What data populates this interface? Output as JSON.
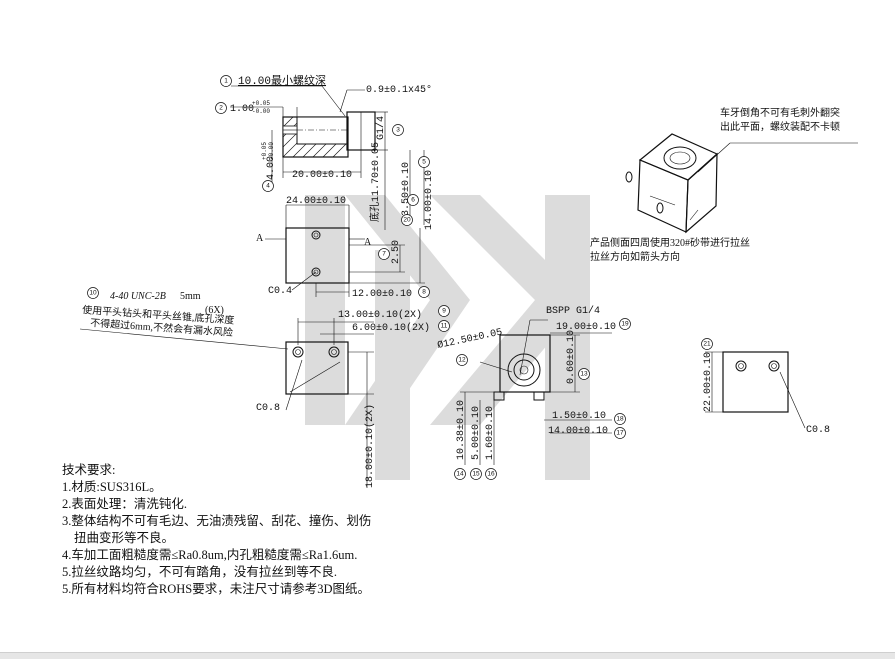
{
  "colors": {
    "ink": "#111111",
    "watermark": "#d6d6d6",
    "background": "#ffffff"
  },
  "callouts": {
    "c1": "10.00最小螺纹深",
    "c2": "1.00",
    "c2_tol_up": "+0.05",
    "c2_tol_dn": "-0.00",
    "chamfer": "0.9±0.1x45°",
    "thread": "G1/4",
    "c3": "4.00",
    "c3_tol_up": "+0.05",
    "c3_tol_dn": "-0.00",
    "dim_20": "20.00±0.10",
    "dim_1170": "底孔11.70±0.05",
    "dim_1350": "13.50±0.10",
    "dim_1400": "14.00±0.10",
    "dim_2400": "24.00±0.10",
    "dim_250": "2.50",
    "dim_1200": "12.00±0.10",
    "section_a": "A",
    "c04": "C0.4",
    "thread_note_1": "4-40 UNC-2B",
    "thread_note_1b": "5mm",
    "thread_note_1c": "(6X)",
    "thread_note_2": "使用平头钻头和平头丝锥,底孔深度",
    "thread_note_3": "不得超过6mm,不然会有漏水风险",
    "dim_1300": "13.00±0.10(2X)",
    "dim_600": "6.00±0.10(2X)",
    "c08": "C0.8",
    "dim_1800": "18.00±0.10(2X)",
    "bspp": "BSPP G1/4",
    "dim_1900": "19.00±0.10",
    "dim_0125": "Ø12.50±0.05",
    "dim_060": "0.60±0.10",
    "dim_150": "1.50±0.10",
    "dim_1400b": "14.00±0.10",
    "dim_1038": "10.38±0.10",
    "dim_500": "5.00±0.10",
    "dim_160": "1.60±0.10",
    "dim_2200": "22.00±0.10",
    "c08b": "C0.8",
    "iso_note_1": "车牙倒角不可有毛刺外翻突",
    "iso_note_2": "出此平面，螺纹装配不卡顿",
    "iso_note_3": "产品侧面四周使用320#砂带进行拉丝",
    "iso_note_4": "拉丝方向如箭头方向"
  },
  "balloons": [
    "1",
    "2",
    "3",
    "4",
    "5",
    "6",
    "7",
    "8",
    "9",
    "10",
    "11",
    "12",
    "13",
    "14",
    "15",
    "16",
    "17",
    "18",
    "19",
    "20",
    "21"
  ],
  "notes": {
    "title": "技术要求:",
    "items": [
      "1.材质:SUS316L。",
      "2.表面处理：清洗钝化.",
      "3.整体结构不可有毛边、无油渍残留、刮花、撞伤、划伤",
      "扭曲变形等不良。",
      "4.车加工面粗糙度需≤Ra0.8um,内孔粗糙度需≤Ra1.6um.",
      "5.拉丝纹路均匀，不可有踏角，没有拉丝到等不良.",
      "5.所有材料均符合ROHS要求，未注尺寸请参考3D图纸。"
    ]
  }
}
